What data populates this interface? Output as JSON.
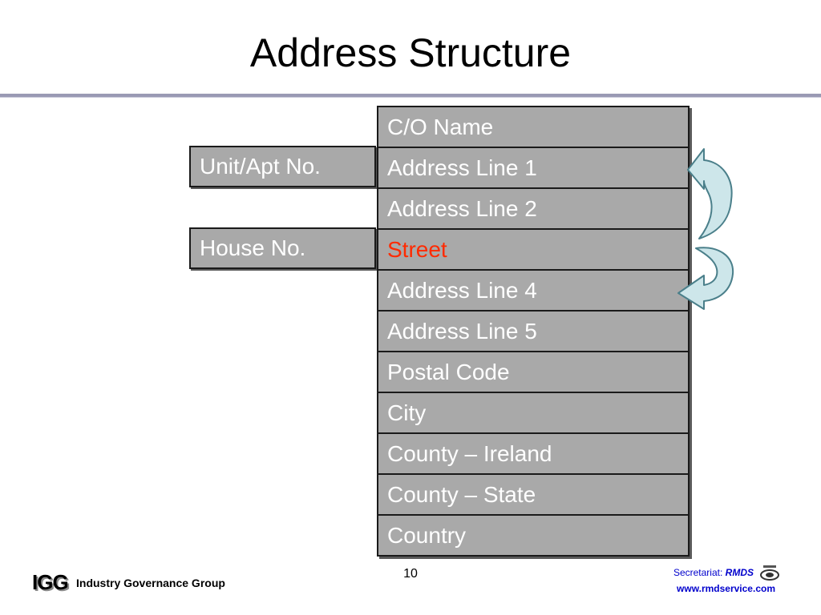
{
  "slide": {
    "title": "Address Structure",
    "page_number": "10"
  },
  "fields": [
    {
      "label": "C/O Name"
    },
    {
      "label": "Address Line 1"
    },
    {
      "label": "Address Line 2"
    },
    {
      "label": "Street",
      "highlight": true
    },
    {
      "label": "Address Line 4"
    },
    {
      "label": "Address Line 5"
    },
    {
      "label": "Postal Code"
    },
    {
      "label": "City"
    },
    {
      "label": "County – Ireland"
    },
    {
      "label": "County – State"
    },
    {
      "label": "Country"
    }
  ],
  "side_fields": {
    "unit": "Unit/Apt No.",
    "house": "House No."
  },
  "footer": {
    "logo": "IGG",
    "org_name": "Industry Governance Group",
    "secretariat_label": "Secretariat:",
    "secretariat_name": "RMDS",
    "website": "www.rmdservice.com"
  },
  "colors": {
    "box_fill": "#a9a9a9",
    "highlight_text": "#ff2a00",
    "arrow_fill": "#cde6ea",
    "footer_link": "#0000cc",
    "title_rule": "#9a9ab4"
  }
}
